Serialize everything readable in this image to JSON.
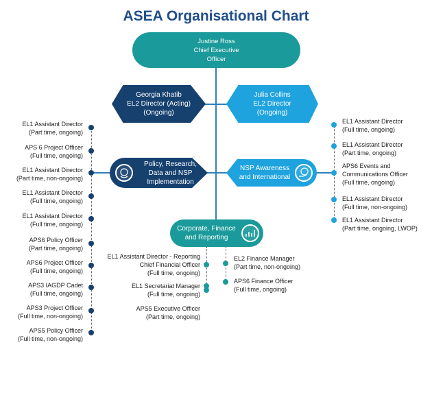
{
  "title": "ASEA Organisational Chart",
  "ceo": {
    "name": "Justine Ross",
    "role_line1": "Chief Executive",
    "role_line2": "Officer"
  },
  "el2_left": {
    "name": "Georgia Khatib",
    "role": "EL2 Director (Acting)",
    "status": "(Ongoing)"
  },
  "el2_right": {
    "name": "Julia Collins",
    "role": "EL2 Director",
    "status": "(Ongoing)"
  },
  "policy_branch": {
    "line1": "Policy, Research,",
    "line2": "Data and NSP",
    "line3": "Implementation"
  },
  "nsp_branch": {
    "line1": "NSP Awareness",
    "line2": "and International"
  },
  "corp_branch": {
    "line1": "Corporate, Finance",
    "line2": "and Reporting"
  },
  "left_roles": [
    {
      "title": "EL1 Assistant Director",
      "status": "(Part time, ongoing)"
    },
    {
      "title": "APS 6 Project Officer",
      "status": "(Full time, ongoing)"
    },
    {
      "title": "EL1 Assistant Director",
      "status": "(Part time, non-ongoing)"
    },
    {
      "title": "EL1 Assistant Director",
      "status": "(Full time, ongoing)"
    },
    {
      "title": "EL1 Assistant Director",
      "status": "(Full time, ongoing)"
    },
    {
      "title": "APS6 Policy Officer",
      "status": "(Part time, ongoing)"
    },
    {
      "title": "APS6 Project Officer",
      "status": "(Full time, ongoing)"
    },
    {
      "title": "APS3 IAGDP Cadet",
      "status": "(Full time, ongoing)"
    },
    {
      "title": "APS3 Project Officer",
      "status": "(Full time, non-ongoing)"
    },
    {
      "title": "APS5 Policy Officer",
      "status": "(Full time, non-ongoing)"
    }
  ],
  "right_roles": [
    {
      "title": "EL1 Assistant Director",
      "line2": "",
      "status": "(Full time, ongoing)"
    },
    {
      "title": "EL1 Assistant Director",
      "line2": "",
      "status": "(Part time, ongoing)"
    },
    {
      "title": "APS6 Events and",
      "line2": "Communications Officer",
      "status": "(Full time, ongoing)"
    },
    {
      "title": "EL1 Assistant Director",
      "line2": "",
      "status": "(Full time, non-ongoing)"
    },
    {
      "title": "EL1 Assistant Director",
      "line2": "",
      "status": "(Part time, ongoing, LWOP)"
    }
  ],
  "corp_left_roles": [
    {
      "title": "EL1 Assistant Director - Reporting",
      "line2": "Chief Financial Officer",
      "status": "(Full time, ongoing)"
    },
    {
      "title": "EL1 Secretariat Manager",
      "line2": "",
      "status": "(Full time, ongoing)"
    },
    {
      "title": "APS5 Executive Officer",
      "line2": "",
      "status": "(Part time, ongoing)"
    }
  ],
  "corp_right_roles": [
    {
      "title": "EL2 Finance Manager",
      "status": "(Part time, non-ongoing)"
    },
    {
      "title": "APS6 Finance Officer",
      "status": "(Full time, ongoing)"
    }
  ],
  "colors": {
    "navy": "#16416f",
    "sky": "#1fa3df",
    "teal": "#1a9a9a",
    "title": "#1f4e8a"
  }
}
